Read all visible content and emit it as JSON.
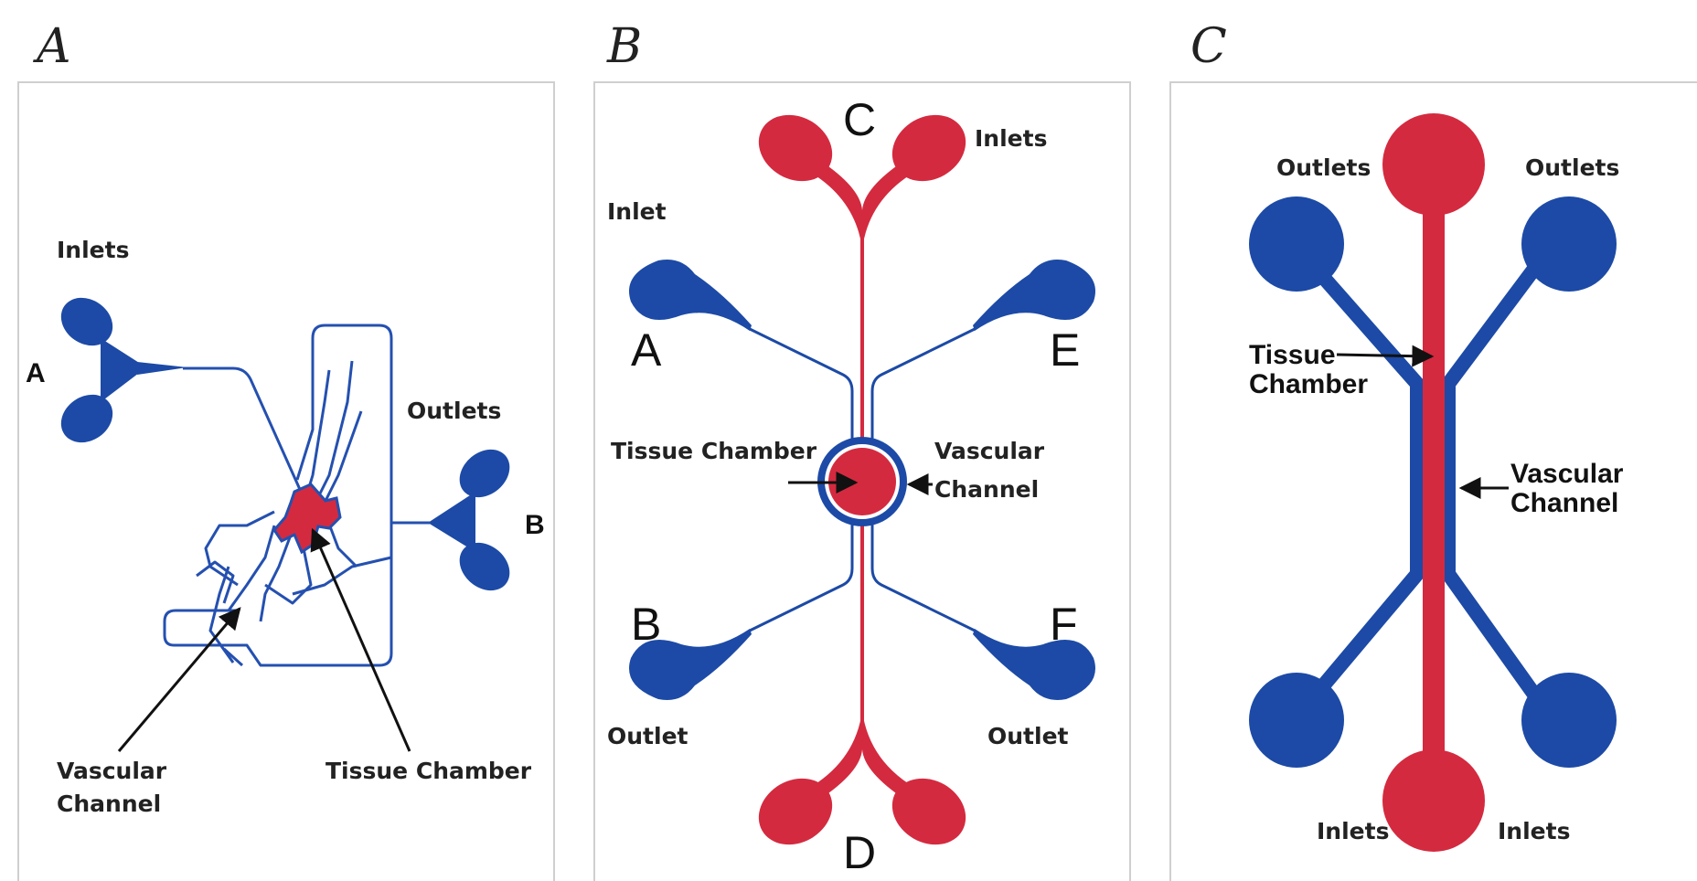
{
  "colors": {
    "blue": "#1c4aa6",
    "red": "#d42a3f",
    "line": "#2450b0",
    "arrow": "#111111",
    "frame": "#cfcfcf"
  },
  "panelA": {
    "letter": "A",
    "inlets": "Inlets",
    "port_a": "A",
    "outlets": "Outlets",
    "port_b": "B",
    "vascular_line1": "Vascular",
    "vascular_line2": "Channel",
    "tissue_chamber": "Tissue Chamber"
  },
  "panelB": {
    "letter": "B",
    "port_c": "C",
    "inlets": "Inlets",
    "inlet": "Inlet",
    "port_a": "A",
    "port_e": "E",
    "tissue_chamber": "Tissue Chamber",
    "vascular_line1": "Vascular",
    "vascular_line2": "Channel",
    "port_b": "B",
    "port_f": "F",
    "outlet_left": "Outlet",
    "outlet_right": "Outlet",
    "port_d": "D"
  },
  "panelC": {
    "letter": "C",
    "outlets_left": "Outlets",
    "outlets_right": "Outlets",
    "tissue_line1": "Tissue",
    "tissue_line2": "Chamber",
    "vascular_line1": "Vascular",
    "vascular_line2": "Channel",
    "inlets_left": "Inlets",
    "inlets_right": "Inlets"
  }
}
